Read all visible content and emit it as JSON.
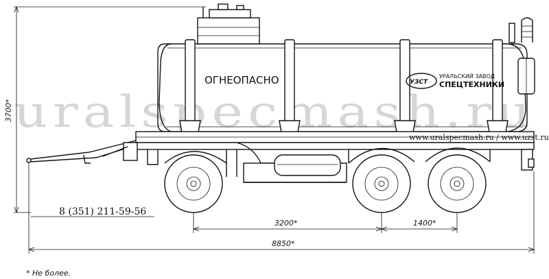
{
  "watermark": "uralspecmash.ru",
  "tank_label": "ОГНЕОПАСНО",
  "logo": {
    "mark": "УЗСТ",
    "line1": "УРАЛЬСКИЙ ЗАВОД",
    "line2": "СПЕЦТЕХНИКИ"
  },
  "website": "www.uralspecmash.ru / www.uzst.ru",
  "phone": "8 (351) 211-59-56",
  "dimensions": {
    "height": "3700*",
    "wheelbase": "3200*",
    "axle_spacing": "1400*",
    "overall_length": "8850*"
  },
  "footnote": "* Не более."
}
